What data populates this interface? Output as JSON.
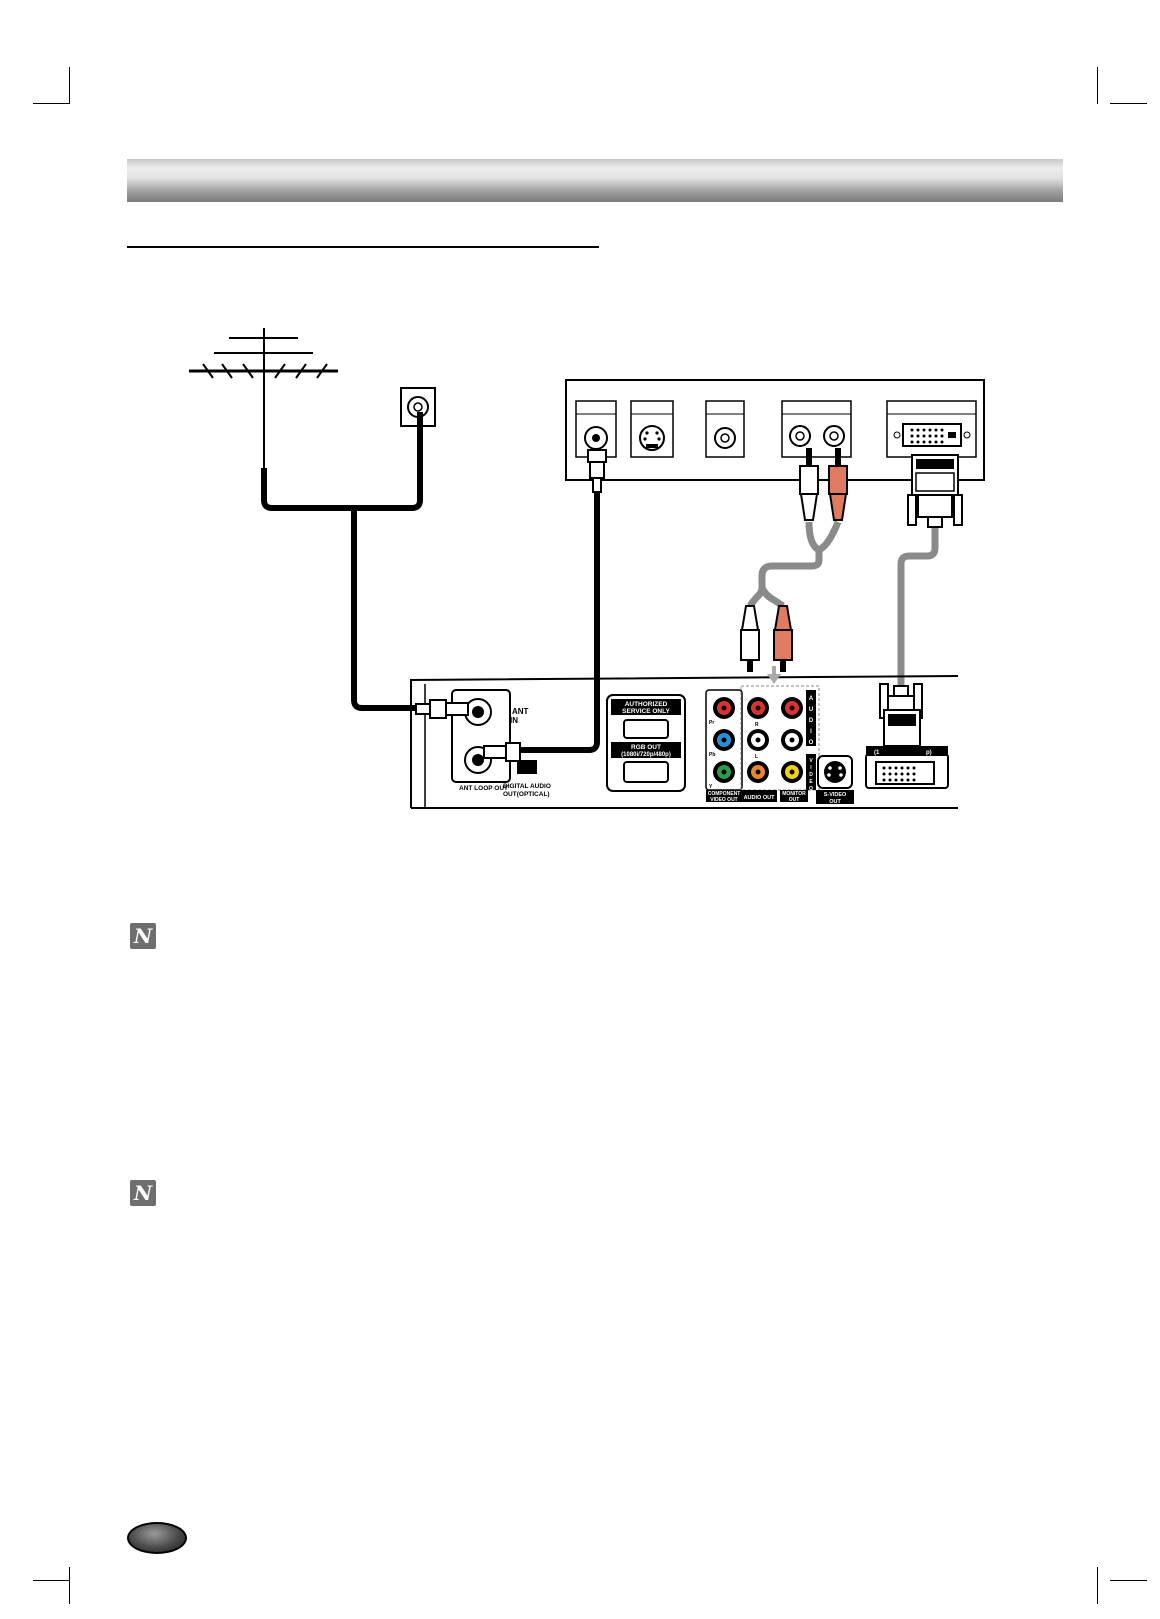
{
  "device_panel": {
    "ant_in": "ANT\nIN",
    "ant_loop_out": "ANT LOOP OUT",
    "digital_audio_out": [
      "DIGITAL AUDIO",
      "OUT(OPTICAL)"
    ],
    "authorized_service": [
      "AUTHORIZED",
      "SERVICE ONLY"
    ],
    "rgb_out": [
      "RGB OUT",
      "(1080i/720p/480p)"
    ],
    "component_video_out": [
      "COMPONENT",
      "VIDEO OUT"
    ],
    "audio_out": "AUDIO OUT",
    "monitor_out": [
      "MONITOR",
      "OUT"
    ],
    "s_video_out": [
      "S-VIDEO",
      "OUT"
    ],
    "audio_vertical": "AUDIO",
    "video_vertical": "VIDEO",
    "dvi_label": [
      "(1",
      "p)"
    ],
    "component_jack_labels": [
      "Pr",
      "Pb",
      "Y"
    ],
    "audio_jack_labels": [
      "R",
      "L"
    ]
  },
  "colors": {
    "jack_red": "#d8332d",
    "jack_blue": "#2b8fd6",
    "jack_green": "#2a9d4a",
    "jack_yellow": "#f1d21a",
    "jack_orange": "#e8862a",
    "plug_red": "#e07a60",
    "cable_black": "#000000",
    "cable_gray": "#8a8a8a"
  },
  "icons": [
    "note-icon",
    "antenna-icon",
    "wall-outlet-icon"
  ]
}
